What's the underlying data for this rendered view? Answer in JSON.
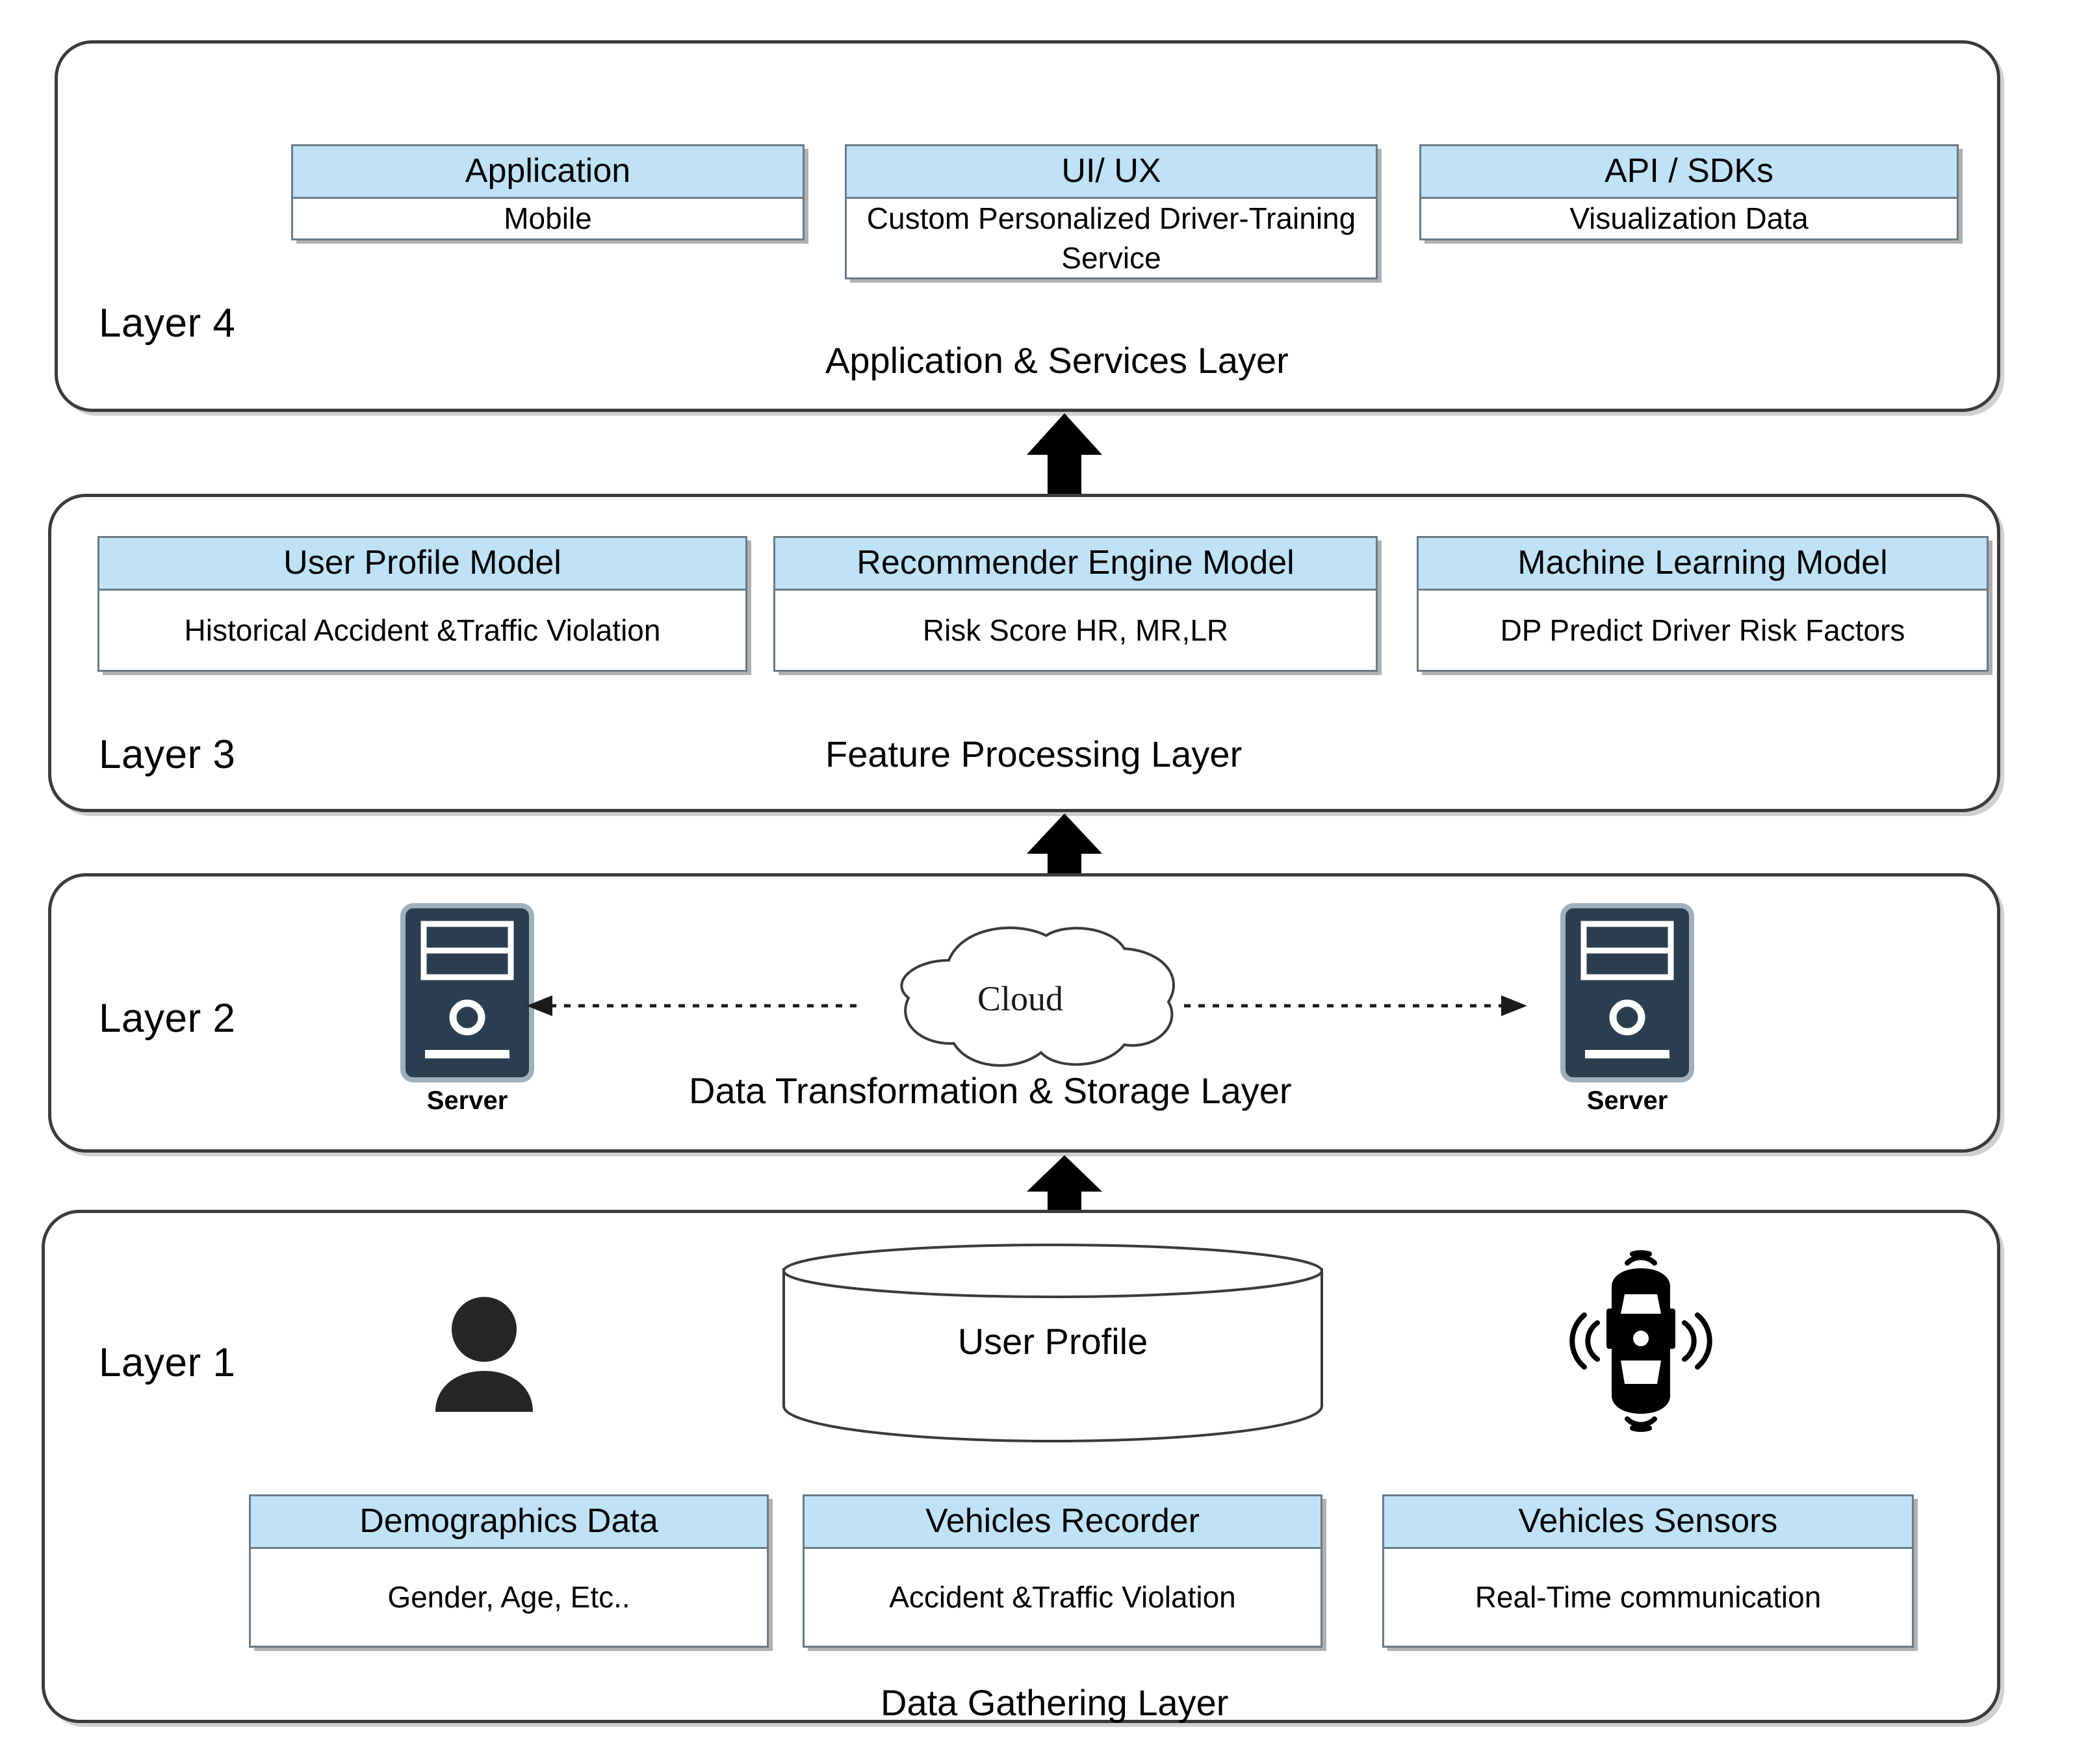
{
  "diagram": {
    "title": "Four-layer driver risk platform architecture",
    "accent_header_color": "#bfe2f7",
    "card_border_color": "#6b7a86",
    "layer_border_color": "#3b3b3b",
    "server_icon_color": "#2b3e50"
  },
  "layers": [
    {
      "tag": "Layer 4",
      "caption": "Application & Services Layer",
      "cards": [
        {
          "head": "Application",
          "body": "Mobile"
        },
        {
          "head": "UI/ UX",
          "body": "Custom Personalized Driver-Training Service"
        },
        {
          "head": "API / SDKs",
          "body": "Visualization Data"
        }
      ]
    },
    {
      "tag": "Layer 3",
      "caption": "Feature Processing Layer",
      "cards": [
        {
          "head": "User Profile Model",
          "body": "Historical Accident &Traffic Violation"
        },
        {
          "head": "Recommender Engine Model",
          "body": "Risk Score HR, MR,LR"
        },
        {
          "head": "Machine Learning Model",
          "body": "DP Predict Driver Risk Factors"
        }
      ]
    },
    {
      "tag": "Layer 2",
      "caption": "Data Transformation & Storage Layer",
      "nodes": {
        "server_left_label": "Server",
        "server_right_label": "Server",
        "cloud_label": "Cloud"
      }
    },
    {
      "tag": "Layer 1",
      "caption": "Data Gathering Layer",
      "nodes": {
        "database_label": "User Profile",
        "person_icon": "user-icon",
        "vehicle_icon": "car-sensors-icon"
      },
      "cards": [
        {
          "head": "Demographics Data",
          "body": "Gender, Age, Etc.."
        },
        {
          "head": "Vehicles Recorder",
          "body": "Accident &Traffic Violation"
        },
        {
          "head": "Vehicles Sensors",
          "body": "Real-Time communication"
        }
      ]
    }
  ],
  "icons": {
    "arrow_up_1": "arrow-up-icon",
    "arrow_up_2": "arrow-up-icon",
    "arrow_up_3": "arrow-up-icon",
    "server_left": "server-icon",
    "server_right": "server-icon",
    "cloud": "cloud-icon",
    "database": "database-cylinder-icon",
    "person": "user-icon",
    "car": "car-sensors-icon",
    "conn_left": "dotted-arrow-left-icon",
    "conn_right": "dotted-arrow-right-icon"
  }
}
